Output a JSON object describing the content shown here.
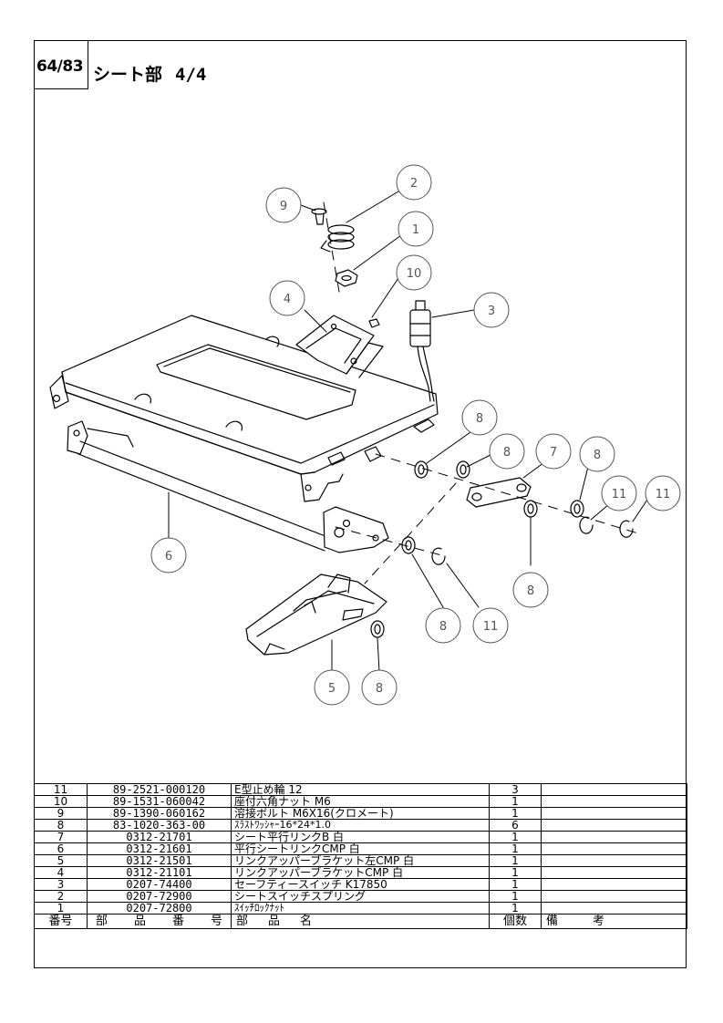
{
  "header": {
    "page_index": "64/83",
    "title": "シート部",
    "title_part": "4/4"
  },
  "callouts": [
    "9",
    "2",
    "1",
    "10",
    "4",
    "3",
    "8",
    "8",
    "7",
    "8",
    "11",
    "11",
    "6",
    "8",
    "11",
    "8",
    "5",
    "8"
  ],
  "table": {
    "columns": [
      "番号",
      "部品番号",
      "部品名",
      "個数",
      "備考"
    ],
    "rows": [
      {
        "no": "11",
        "part_no": "89-2521-000120",
        "name": "E型止め輪 12",
        "qty": "3",
        "note": ""
      },
      {
        "no": "10",
        "part_no": "89-1531-060042",
        "name": "座付六角ナット M6",
        "qty": "1",
        "note": ""
      },
      {
        "no": "9",
        "part_no": "89-1390-060162",
        "name": "溶接ボルト M6X16(クロメート)",
        "qty": "1",
        "note": ""
      },
      {
        "no": "8",
        "part_no": "83-1020-363-00",
        "name": "ｽﾗｽﾄﾜｯｼｬｰ16*24*1.0",
        "qty": "6",
        "note": ""
      },
      {
        "no": "7",
        "part_no": "0312-21701",
        "name": "シート平行リンクB 白",
        "qty": "1",
        "note": ""
      },
      {
        "no": "6",
        "part_no": "0312-21601",
        "name": "平行シートリンクCMP 白",
        "qty": "1",
        "note": ""
      },
      {
        "no": "5",
        "part_no": "0312-21501",
        "name": "リンクアッパーブラケット左CMP 白",
        "qty": "1",
        "note": ""
      },
      {
        "no": "4",
        "part_no": "0312-21101",
        "name": "リンクアッパーブラケットCMP 白",
        "qty": "1",
        "note": ""
      },
      {
        "no": "3",
        "part_no": "0207-74400",
        "name": "セーフティースイッチ K17850",
        "qty": "1",
        "note": ""
      },
      {
        "no": "2",
        "part_no": "0207-72900",
        "name": "シートスイッチスプリング",
        "qty": "1",
        "note": ""
      },
      {
        "no": "1",
        "part_no": "0207-72800",
        "name": "ｽｲｯﾁﾛｯｸﾅｯﾄ",
        "qty": "1",
        "note": ""
      }
    ]
  }
}
